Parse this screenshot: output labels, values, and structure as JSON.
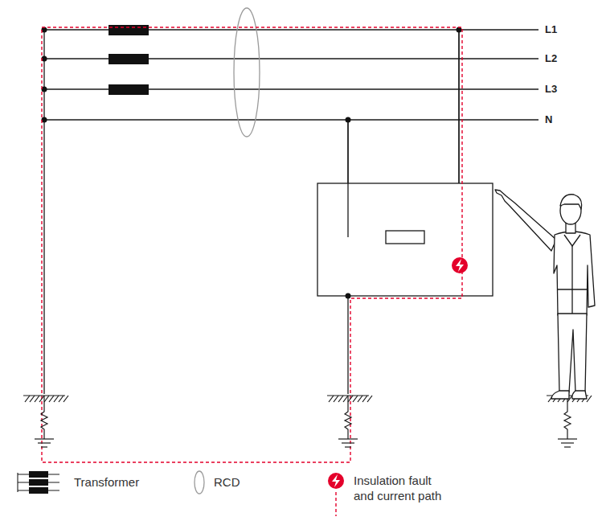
{
  "diagram": {
    "labels": [
      "L1",
      "L2",
      "L3",
      "N"
    ],
    "legend": [
      {
        "text": "Transformer"
      },
      {
        "text": "RCD"
      },
      {
        "text": "Insulation fault and current path"
      }
    ]
  }
}
